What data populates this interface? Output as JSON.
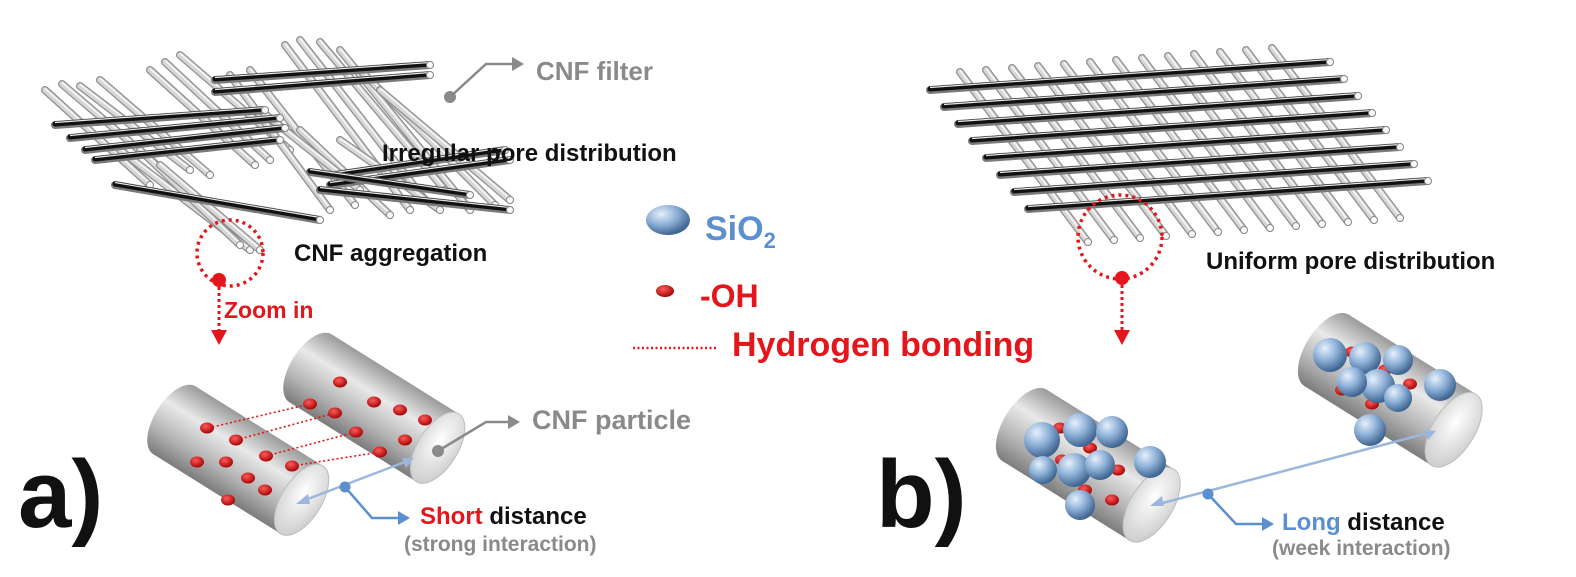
{
  "labels": {
    "cnf_filter": "CNF filter",
    "irregular": "Irregular pore distribution",
    "aggregation": "CNF aggregation",
    "zoom_in": "Zoom in",
    "sio2_main": "SiO",
    "sio2_sub": "2",
    "oh": "-OH",
    "hbond": "Hydrogen bonding",
    "uniform": "Uniform pore distribution",
    "cnf_particle": "CNF particle",
    "panel_a": "a)",
    "panel_b": "b)",
    "short": "Short",
    "distance1": " distance",
    "strong": "(strong interaction)",
    "long": "Long",
    "distance2": " distance",
    "week": "(week interaction)"
  },
  "colors": {
    "red": "#e4161b",
    "blue": "#5b8fd0",
    "gray": "#8a8a8a",
    "black": "#111111"
  },
  "icons": {
    "sio2": "sphere-icon",
    "oh": "red-dot-icon",
    "hbond": "dotted-line-icon"
  }
}
